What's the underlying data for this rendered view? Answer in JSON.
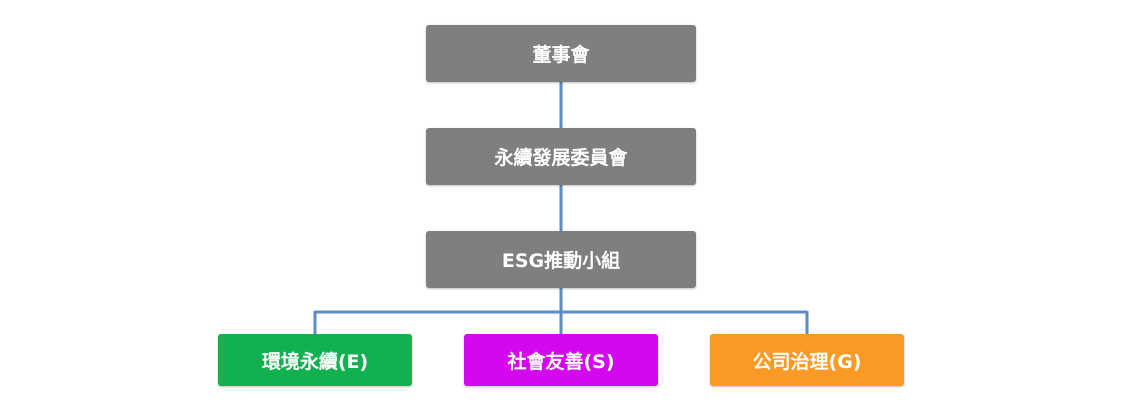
{
  "org_chart": {
    "board": "董事會",
    "committee": "永續發展委員會",
    "esg_team": "ESG推動小組",
    "pillars": [
      {
        "label": "環境永續(E)",
        "color": "#12b150"
      },
      {
        "label": "社會友善(S)",
        "color": "#d408ef"
      },
      {
        "label": "公司治理(G)",
        "color": "#f99a24"
      }
    ],
    "colors": {
      "top_nodes": "#7f7f7f",
      "connector": "#5b8ec1"
    }
  }
}
